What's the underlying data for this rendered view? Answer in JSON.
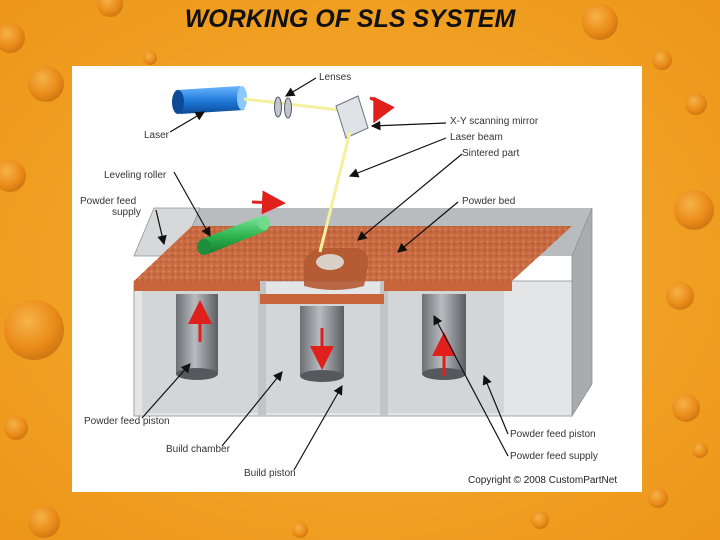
{
  "slide": {
    "title": "WORKING OF SLS SYSTEM"
  },
  "diagram": {
    "labels": {
      "lenses": "Lenses",
      "laser": "Laser",
      "xy_mirror": "X-Y scanning mirror",
      "laser_beam": "Laser beam",
      "sintered_part": "Sintered part",
      "leveling_roller": "Leveling roller",
      "powder_feed_supply_left_1": "Powder feed",
      "powder_feed_supply_left_2": "supply",
      "powder_bed": "Powder bed",
      "powder_feed_piston_left": "Powder feed piston",
      "build_chamber": "Build chamber",
      "build_piston": "Build piston",
      "powder_feed_piston_right": "Powder feed piston",
      "powder_feed_supply_right": "Powder feed supply"
    },
    "copyright": "Copyright © 2008 CustomPartNet",
    "colors": {
      "background": "#f0a020",
      "powder": "#c8653a",
      "laser_body": "#1e78d8",
      "roller": "#2bb24c",
      "arrow_red": "#e0201c",
      "beam": "#f4f0a0",
      "chamber_grey": "#c8cacc"
    }
  }
}
